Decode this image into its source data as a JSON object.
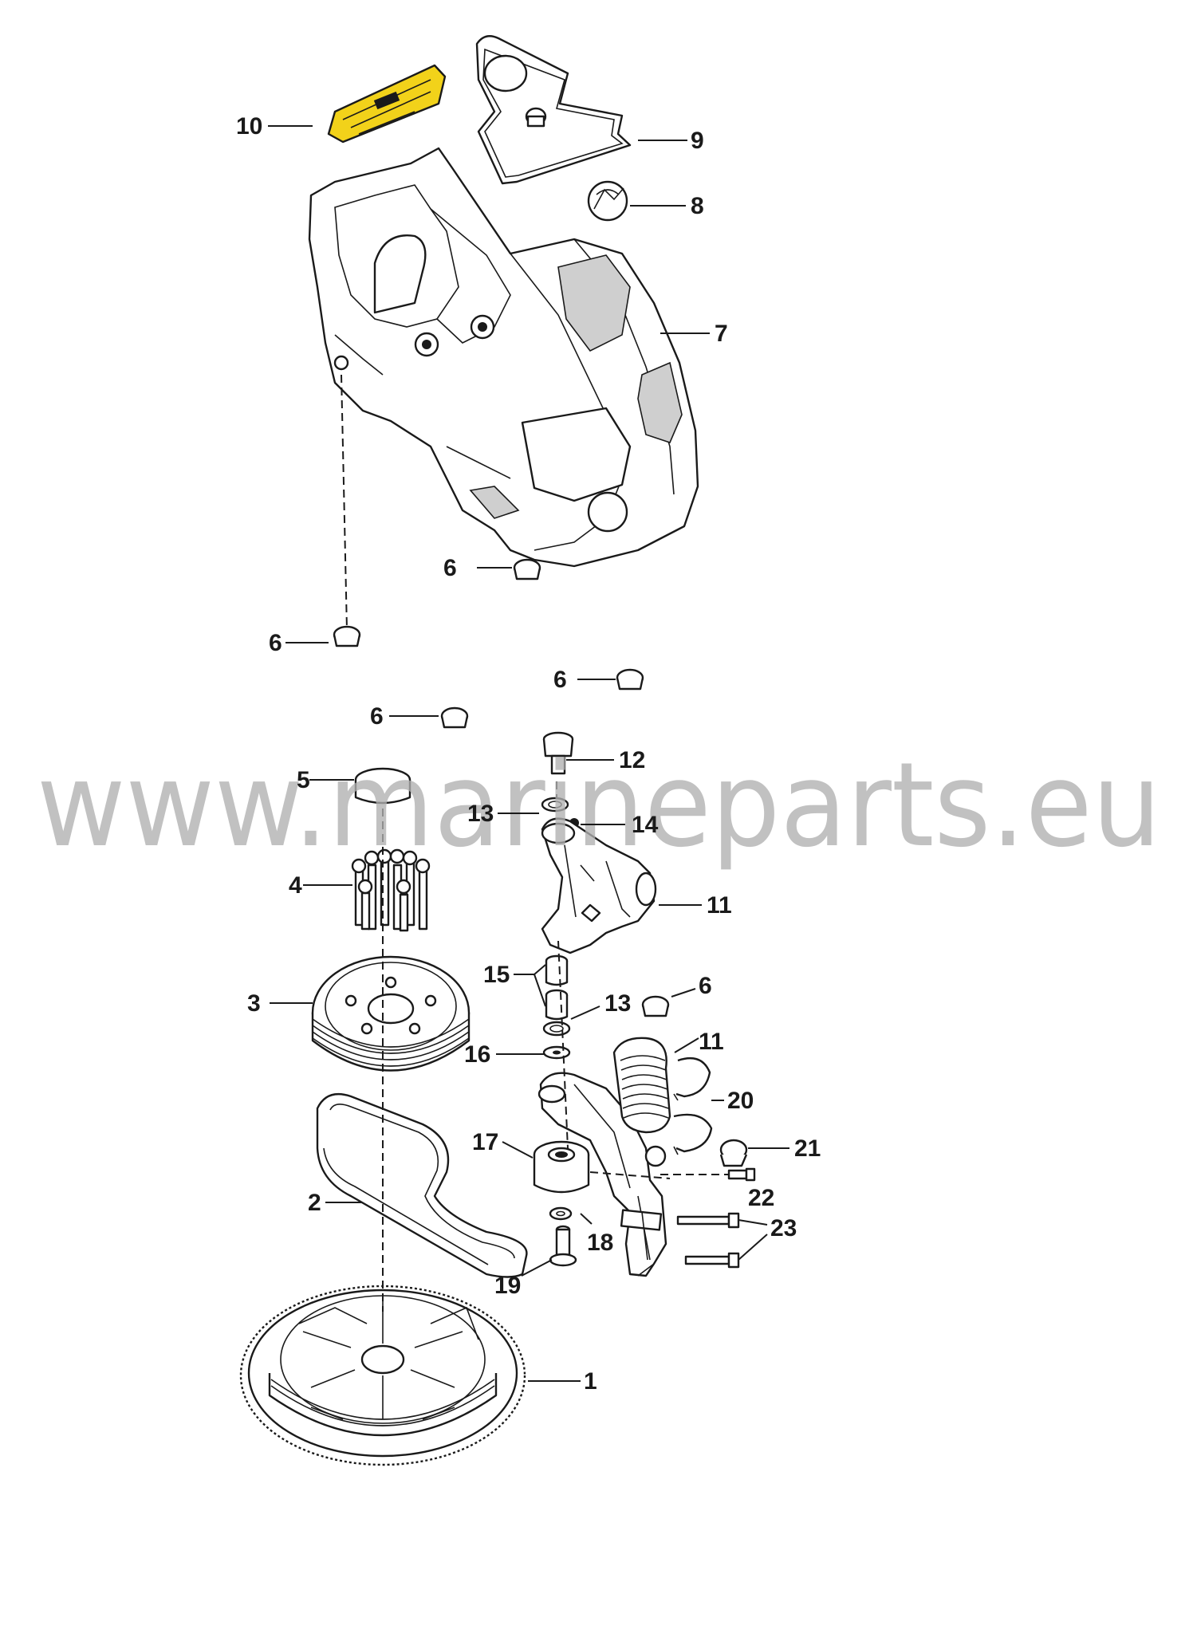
{
  "watermark": "www.marineparts.eu",
  "labels": {
    "l1": "1",
    "l2": "2",
    "l3": "3",
    "l4": "4",
    "l5": "5",
    "l6a": "6",
    "l6b": "6",
    "l6c": "6",
    "l6d": "6",
    "l6e": "6",
    "l7": "7",
    "l8": "8",
    "l9": "9",
    "l10": "10",
    "l11a": "11",
    "l11b": "11",
    "l12": "12",
    "l13a": "13",
    "l13b": "13",
    "l14": "14",
    "l15": "15",
    "l16": "16",
    "l17": "17",
    "l18": "18",
    "l19": "19",
    "l20": "20",
    "l21": "21",
    "l22": "22",
    "l23": "23"
  },
  "colors": {
    "line": "#1a1a1a",
    "decal": "#f2d21a",
    "watermark": "#b0b0b0"
  },
  "icons": {
    "brand_emblem": "mercury-logo-icon"
  }
}
